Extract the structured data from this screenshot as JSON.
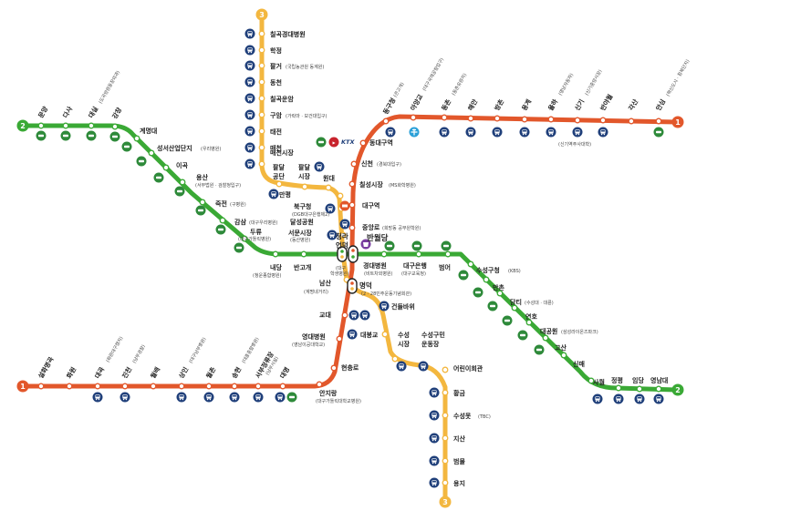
{
  "colors": {
    "line1": "#e2572b",
    "line2": "#3aa935",
    "line3": "#f3b73f",
    "bus": "#1f3f7a",
    "train": "#2e8a3a",
    "ktx": "#c8232c",
    "airport": "#2aa0d8",
    "station_fill": "#ffffff"
  },
  "legend_icons": {
    "bus": "bus-icon",
    "train": "train-icon",
    "ktx": "ktx-icon",
    "airport": "airport-icon"
  },
  "lines": {
    "line1": {
      "number": "1",
      "stroke": "#e2572b"
    },
    "line2": {
      "number": "2",
      "stroke": "#3aa935"
    },
    "line3": {
      "number": "3",
      "stroke": "#f3b73f"
    }
  },
  "texts": {
    "l3_01": "칠곡경대병원",
    "l3_02": "학정",
    "l3_03": "팔거",
    "l3_03s": "(국립농관원 동계원)",
    "l3_04": "동천",
    "l3_05": "칠곡운암",
    "l3_06": "구암",
    "l3_06s": "(가락마 · 보건대입구)",
    "l3_07": "태전",
    "l3_08": "매천",
    "l3_09": "매천시장",
    "l3_10a": "팔달",
    "l3_10b": "공단",
    "l3_11a": "팔달",
    "l3_11b": "시장",
    "l3_12": "원대",
    "l3_13": "만평",
    "l3_14": "북구청",
    "l3_14s": "(DGB대구은행제2)",
    "l3_15": "달성공원",
    "l3_16": "서문시장",
    "l3_16s": "(동산병원)",
    "l3_17a": "청라",
    "l3_17b": "언덕",
    "l3_18": "남산",
    "l3_18s": "(계명네거리)",
    "l3_19": "명덕",
    "l3_19s": "(2 · 28민주운동기념회관)",
    "l3_20": "건들바위",
    "l3_21": "대봉교",
    "l3_22a": "수성",
    "l3_22b": "시장",
    "l3_23a": "수성구민",
    "l3_23b": "운동장",
    "l3_24": "어린이회관",
    "l3_25": "황금",
    "l3_26": "수성못",
    "l3_26s": "(TBC)",
    "l3_27": "지산",
    "l3_28": "범물",
    "l3_29": "용지",
    "l1_01": "설화명곡",
    "l1_02": "화원",
    "l1_03": "대곡",
    "l1_03s": "(화원대구캠지)",
    "l1_04": "진천",
    "l1_04s": "(남부경찰)",
    "l1_05": "월배",
    "l1_06": "상인",
    "l1_06s": "(대구남부병원)",
    "l1_07": "월촌",
    "l1_08": "송현",
    "l1_08s": "(대흥종합병원)",
    "l1_09": "서부정류장",
    "l1_09s": "(남부시설)",
    "l1_10": "대명",
    "l1_11": "안지랑",
    "l1_11s": "(대구가톨릭대학교병원)",
    "l1_12": "현충로",
    "l1_13": "영대병원",
    "l1_13s": "(영남이공대학교)",
    "l1_14": "교대",
    "l1_15": "반월당",
    "l1_16": "중앙로",
    "l1_16s": "(희망동 공무원학원)",
    "l1_17": "대구역",
    "l1_18": "칠성시장",
    "l1_18s": "(MS화학병원)",
    "l1_19": "신천",
    "l1_19s": "(경북대입구)",
    "l1_20": "동대구역",
    "l1_21": "동구청",
    "l1_21s": "(큰고개)",
    "l1_22": "아양교",
    "l1_22s": "(대구국제공항입구)",
    "l1_23": "동촌",
    "l1_23s": "(동촌유원지)",
    "l1_24": "해안",
    "l1_25": "방촌",
    "l1_26": "용계",
    "l1_27": "율하",
    "l1_27s": "(영남자동차)",
    "l1_28": "신기",
    "l1_28s": "(신기중앙시장)",
    "l1_28b": "(신기역주사대학)",
    "l1_29": "반야월",
    "l1_30": "각산",
    "l1_31": "안심",
    "l1_31s": "(혁신도시 · 첨복단지)",
    "l2_01": "문양",
    "l2_02": "다사",
    "l2_03": "대실",
    "l2_03s": "(도곡앙원동창외과)",
    "l2_04": "강창",
    "l2_05": "계명대",
    "l2_06": "성서산업단지",
    "l2_06s": "(우리병원)",
    "l2_07": "이곡",
    "l2_08": "용산",
    "l2_08s": "(서부법원 · 검찰청입구)",
    "l2_09": "죽전",
    "l2_09s": "(구병원)",
    "l2_10": "감삼",
    "l2_10s": "(대구우리병원)",
    "l2_11": "두류",
    "l2_11s": "(대구가톨릭병원)",
    "l2_12": "내당",
    "l2_12s": "(청운종합병원)",
    "l2_13": "반고개",
    "l2_14s": "(대구",
    "l2_14t": "학생병원)",
    "l2_15": "경대병원",
    "l2_15s": "(비트차외병원)",
    "l2_16": "대구은행",
    "l2_16s": "(대구교육청)",
    "l2_17": "범어",
    "l2_18": "수성구청",
    "l2_18s": "(KBS)",
    "l2_19": "만촌",
    "l2_20": "담티",
    "l2_20s": "(수성대 · 대륜)",
    "l2_21": "연호",
    "l2_22": "대공원",
    "l2_22s": "(삼성라이온즈파크)",
    "l2_23": "고산",
    "l2_24": "신매",
    "l2_25": "사월",
    "l2_26": "정평",
    "l2_27": "임당",
    "l2_28": "영남대",
    "ktx_label": "KTX"
  }
}
